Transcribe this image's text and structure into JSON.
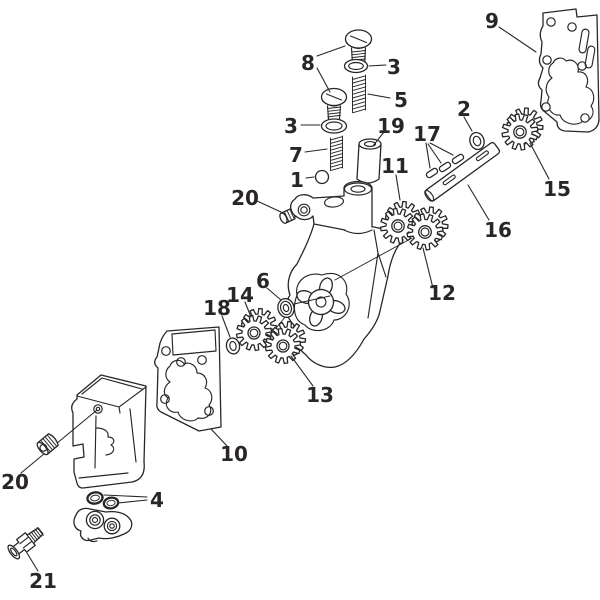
{
  "diagram": {
    "background": "#ffffff",
    "ink_color": "#2a2626",
    "callouts": [
      {
        "text": "8"
      },
      {
        "text": "3"
      },
      {
        "text": "5"
      },
      {
        "text": "3"
      },
      {
        "text": "7"
      },
      {
        "text": "1"
      },
      {
        "text": "19"
      },
      {
        "text": "17"
      },
      {
        "text": "2"
      },
      {
        "text": "9"
      },
      {
        "text": "15"
      },
      {
        "text": "16"
      },
      {
        "text": "11"
      },
      {
        "text": "12"
      },
      {
        "text": "20"
      },
      {
        "text": "6"
      },
      {
        "text": "14"
      },
      {
        "text": "18"
      },
      {
        "text": "13"
      },
      {
        "text": "10"
      },
      {
        "text": "4"
      },
      {
        "text": "20"
      },
      {
        "text": "21"
      }
    ]
  }
}
